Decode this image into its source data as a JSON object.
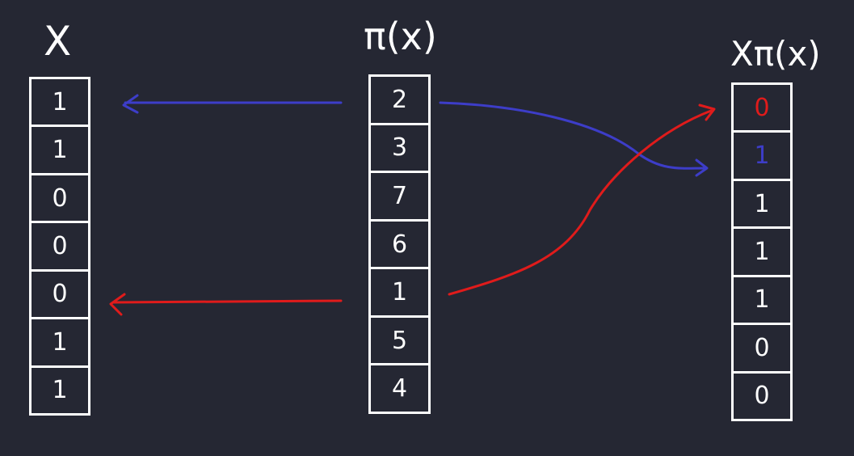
{
  "headers": {
    "x": "X",
    "pi": "π(x)",
    "x_pi": "Xπ(x)"
  },
  "x_values": [
    "1",
    "1",
    "0",
    "0",
    "0",
    "1",
    "1"
  ],
  "pi_values": [
    "2",
    "3",
    "7",
    "6",
    "1",
    "5",
    "4"
  ],
  "x_pi_values": [
    "0",
    "1",
    "1",
    "1",
    "1",
    "0",
    "0"
  ],
  "highlight": {
    "x_pi_red_index": 0,
    "x_pi_blue_index": 1
  },
  "colors": {
    "background": "#252733",
    "stroke": "#ffffff",
    "blue": "#3d3dc8",
    "red": "#e01b1b"
  }
}
